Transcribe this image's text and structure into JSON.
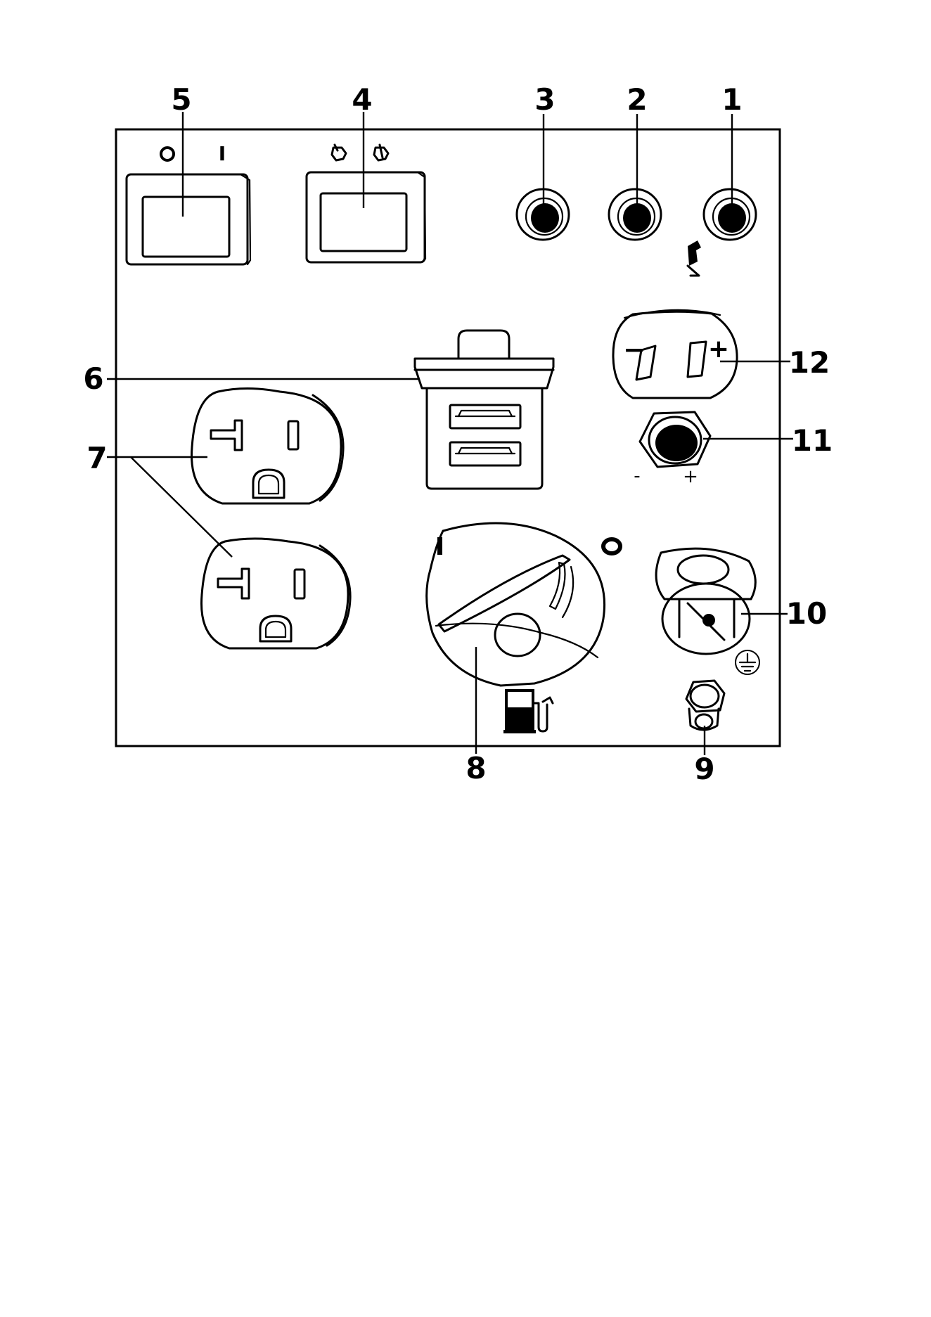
{
  "callouts": {
    "c1": "1",
    "c2": "2",
    "c3": "3",
    "c4": "4",
    "c5": "5",
    "c6": "6",
    "c7": "7",
    "c8": "8",
    "c9": "9",
    "c10": "10",
    "c11": "11",
    "c12": "12"
  },
  "markings": {
    "switch5_off": "O",
    "switch5_on": "I",
    "valve_on": "I",
    "valve_off": "O",
    "dc_minus": "-",
    "dc_plus": "+",
    "socket12_minus": "−",
    "socket12_plus": "+"
  },
  "icons": {
    "switch4_left": "eco-off-icon",
    "switch4_right": "eco-on-icon",
    "indicator1": "oil-can-icon",
    "fuel": "fuel-pump-icon",
    "ground": "ground-icon"
  },
  "colors": {
    "ink": "#000000",
    "background": "#ffffff"
  }
}
